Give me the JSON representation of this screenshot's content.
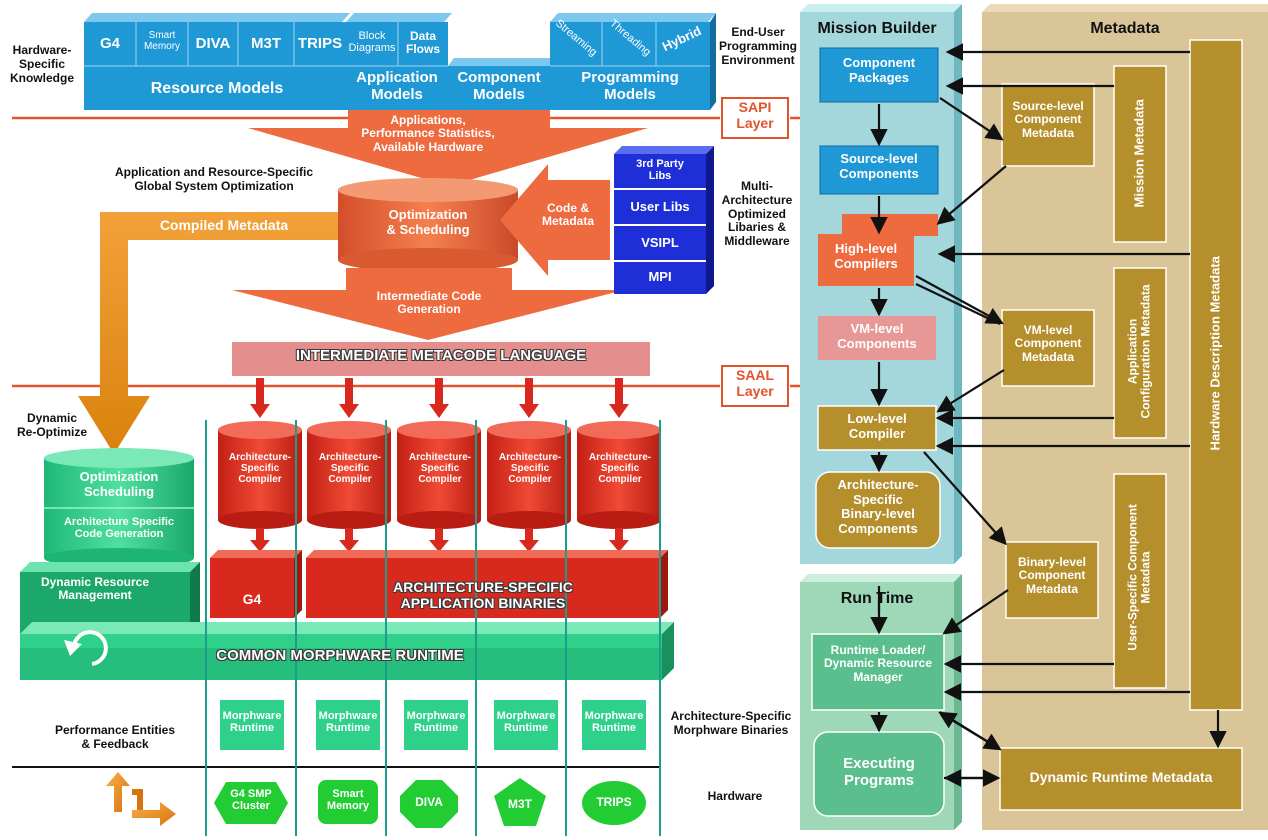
{
  "left": {
    "hardware_specific_knowledge": "Hardware-\nSpecific\nKnowledge",
    "resource_models": {
      "items": [
        "G4",
        "Smart\nMemory",
        "DIVA",
        "M3T",
        "TRIPS"
      ],
      "label": "Resource Models"
    },
    "application_models": {
      "items": [
        "Block\nDiagrams",
        "Data\nFlows"
      ],
      "label": "Application\nModels"
    },
    "component_models": "Component\nModels",
    "programming_models": {
      "items": [
        "Streaming",
        "Threading",
        "Hybrid"
      ],
      "label": "Programming\nModels"
    },
    "end_user_env": "End-User\nProgramming\nEnvironment",
    "sapi_layer": "SAPI\nLayer",
    "saal_layer": "SAAL\nLayer",
    "applications_arrow": "Applications,\nPerformance Statistics,\nAvailable Hardware",
    "global_optimization": "Application and Resource-Specific\nGlobal System Optimization",
    "compiled_metadata": "Compiled Metadata",
    "optimization_scheduling": "Optimization\n& Scheduling",
    "code_metadata": "Code &\nMetadata",
    "libs": [
      "3rd Party\nLibs",
      "User Libs",
      "VSIPL",
      "MPI"
    ],
    "multi_arch_libs": "Multi-\nArchitecture\nOptimized\nLibaries &\nMiddleware",
    "intermediate_code": "Intermediate Code\nGeneration",
    "iml": "INTERMEDIATE METACODE LANGUAGE",
    "dynamic_reoptimize": "Dynamic\nRe-Optimize",
    "dyn_cylinder_top": "Optimization\nScheduling",
    "dyn_cylinder_bottom": "Architecture Specific\nCode Generation",
    "dynamic_resource_mgmt": "Dynamic Resource\nManagement",
    "compiler_label": "Architecture-\nSpecific\nCompiler",
    "g4": "G4",
    "arch_binaries": "ARCHITECTURE-SPECIFIC\nAPPLICATION BINARIES",
    "common_runtime": "COMMON MORPHWARE RUNTIME",
    "performance_entities": "Performance Entities\n& Feedback",
    "morphware_runtime": "Morphware\nRuntime",
    "arch_morph_binaries": "Architecture-Specific\nMorphware Binaries",
    "hardware_label": "Hardware",
    "hardware_items": [
      "G4 SMP\nCluster",
      "Smart\nMemory",
      "DIVA",
      "M3T",
      "TRIPS"
    ]
  },
  "mission_builder": {
    "title": "Mission Builder",
    "component_packages": "Component\nPackages",
    "source_level_components": "Source-level\nComponents",
    "high_level_compilers": "High-level\nCompilers",
    "vm_level_components": "VM-level\nComponents",
    "low_level_compiler": "Low-level\nCompiler",
    "arch_binary_components": "Architecture-\nSpecific\nBinary-level\nComponents"
  },
  "run_time": {
    "title": "Run Time",
    "loader": "Runtime Loader/\nDynamic Resource\nManager",
    "executing": "Executing\nPrograms"
  },
  "metadata": {
    "title": "Metadata",
    "source_level_meta": "Source-level\nComponent\nMetadata",
    "vm_level_meta": "VM-level\nComponent\nMetadata",
    "binary_level_meta": "Binary-level\nComponent\nMetadata",
    "mission_meta": "Mission Metadata",
    "app_config_meta": "Application\nConfiguration Metadata",
    "user_specific_meta": "User-Specific Component\nMetadata",
    "hardware_desc_meta": "Hardware Description Metadata",
    "dynamic_runtime_meta": "Dynamic Runtime Metadata"
  },
  "colors": {
    "blue_model": "#1f98d6",
    "orange": "#ee6a3f",
    "red": "#d9291f",
    "green": "#2fd08a",
    "lib_blue": "#1f2fd8",
    "gold": "#b58f2c",
    "tan": "#d9c597",
    "mission_panel": "#a3d7dc",
    "runtime_panel": "#9fd7b9"
  }
}
